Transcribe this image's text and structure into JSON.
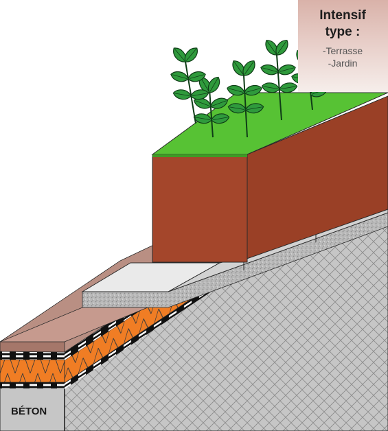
{
  "label": {
    "title_line1": "Intensif",
    "title_line2": "type :",
    "items": [
      "-Terrasse",
      "-Jardin"
    ]
  },
  "section_label": "BÉTON",
  "colors": {
    "concrete": "#c6c6c6",
    "insulation": "#f07d24",
    "membrane": "#111111",
    "soil": "#9a4026",
    "vegetation": "#57c234",
    "leaf": "#2f9a3c",
    "protection_layer": "#b98f83",
    "gravel": "#b9b9b9",
    "paving": "#e9e9e9",
    "label_box": "#dcb7ae"
  },
  "icons": [
    "plant-leaf-icon"
  ]
}
